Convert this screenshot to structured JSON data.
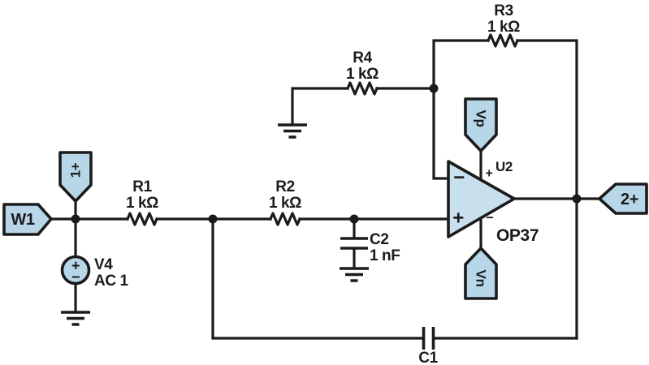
{
  "diagram": {
    "io_tags": {
      "w1": "W1",
      "scope_ch1": "1+",
      "scope_ch2": "2+",
      "vp": "Vp",
      "vn": "Vn"
    },
    "source_v4": {
      "name": "V4",
      "value": "AC 1",
      "plus": "+",
      "minus": "−"
    },
    "resistor_r1": {
      "name": "R1",
      "value": "1 kΩ"
    },
    "resistor_r2": {
      "name": "R2",
      "value": "1 kΩ"
    },
    "resistor_r3": {
      "name": "R3",
      "value": "1 kΩ"
    },
    "resistor_r4": {
      "name": "R4",
      "value": "1 kΩ"
    },
    "capacitor_c1": {
      "name": "C1"
    },
    "capacitor_c2": {
      "name": "C2",
      "value": "1 nF"
    },
    "opamp_u2": {
      "designator": "U2",
      "part": "OP37",
      "inverting_input": "−",
      "noninverting_input": "+",
      "supply_plus": "+",
      "supply_minus": "−"
    },
    "colors": {
      "tag_fill": "#b7d7e8",
      "source_fill": "#b7d7e8",
      "opamp_fill": "#c8e0ee",
      "stroke": "#1b1b1b",
      "background": "#ffffff"
    }
  }
}
